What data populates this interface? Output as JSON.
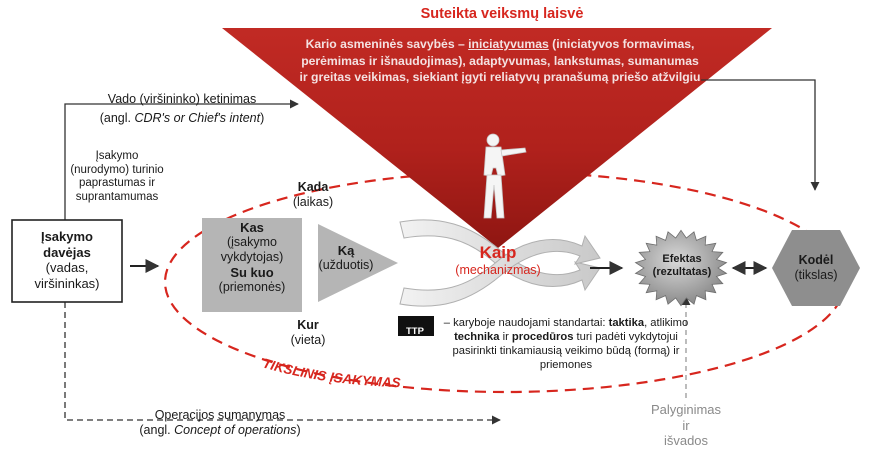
{
  "title": "Suteikta veiksmų laisvė",
  "triangle_text": {
    "p1": "Kario asmeninės savybės – ",
    "highlight": "iniciatyvumas",
    "p2": " (iniciatyvos formavimas, perėmimas ir išnaudojimas), adaptyvumas, lankstumas, sumanumas ir greitas veikimas, siekiant įgyti reliatyvų pranašumą priešo atžvilgiu"
  },
  "intent": {
    "line1": "Vado (viršininko) ketinimas",
    "line2_prefix": "(angl. ",
    "line2_italic": "CDR's or Chief's intent",
    "line2_suffix": ")"
  },
  "simplicity": [
    "Įsakymo",
    "(nurodymo) turinio",
    "paprastumas ir",
    "suprantamumas"
  ],
  "giver": {
    "title": [
      "Įsakymo",
      "davėjas"
    ],
    "subtitle": [
      "(vadas,",
      "viršininkas)"
    ]
  },
  "kada": {
    "title": "Kada",
    "sub": "(laikas)"
  },
  "kas": {
    "title": "Kas",
    "sub": [
      "(įsakymo",
      "vykdytojas)"
    ]
  },
  "sukuo": {
    "title": "Su kuo",
    "sub": "(priemonės)"
  },
  "ka": {
    "title": "Ką",
    "sub": "(užduotis)"
  },
  "kaip": {
    "title": "Kaip",
    "sub": "(mechanizmas)"
  },
  "kur": {
    "title": "Kur",
    "sub": "(vieta)"
  },
  "effect": {
    "title": "Efektas",
    "sub": "(rezultatas)"
  },
  "kodel": {
    "title": "Kodėl",
    "sub": "(tikslas)"
  },
  "ttp": {
    "badge": "TTP",
    "t1": "– karyboje naudojami standartai: ",
    "b1": "taktika",
    "t2": ", atlikimo ",
    "b2": "technika",
    "t3": " ir ",
    "b3": "procedūros",
    "t4": " turi padėti vykdytojui pasirinkti tinkamiausią veikimo būdą (formą) ir priemones"
  },
  "mission_label": "TIKSLINIS ĮSAKYMAS",
  "concept": {
    "line1": "Operacijos sumanymas",
    "line2_prefix": "(angl. ",
    "line2_italic": "Concept of operations",
    "line2_suffix": ")"
  },
  "compare": [
    "Palyginimas",
    "ir",
    "išvados"
  ],
  "colors": {
    "red": "#d7261e",
    "dark_red": "#b8211b",
    "grey_box": "#b5b5b5",
    "effect_fill": "#9a9a9a",
    "kodel_fill": "#8e8e8e"
  },
  "icons": [
    "soldier-icon",
    "arrow-icon",
    "double-arrow-icon"
  ]
}
